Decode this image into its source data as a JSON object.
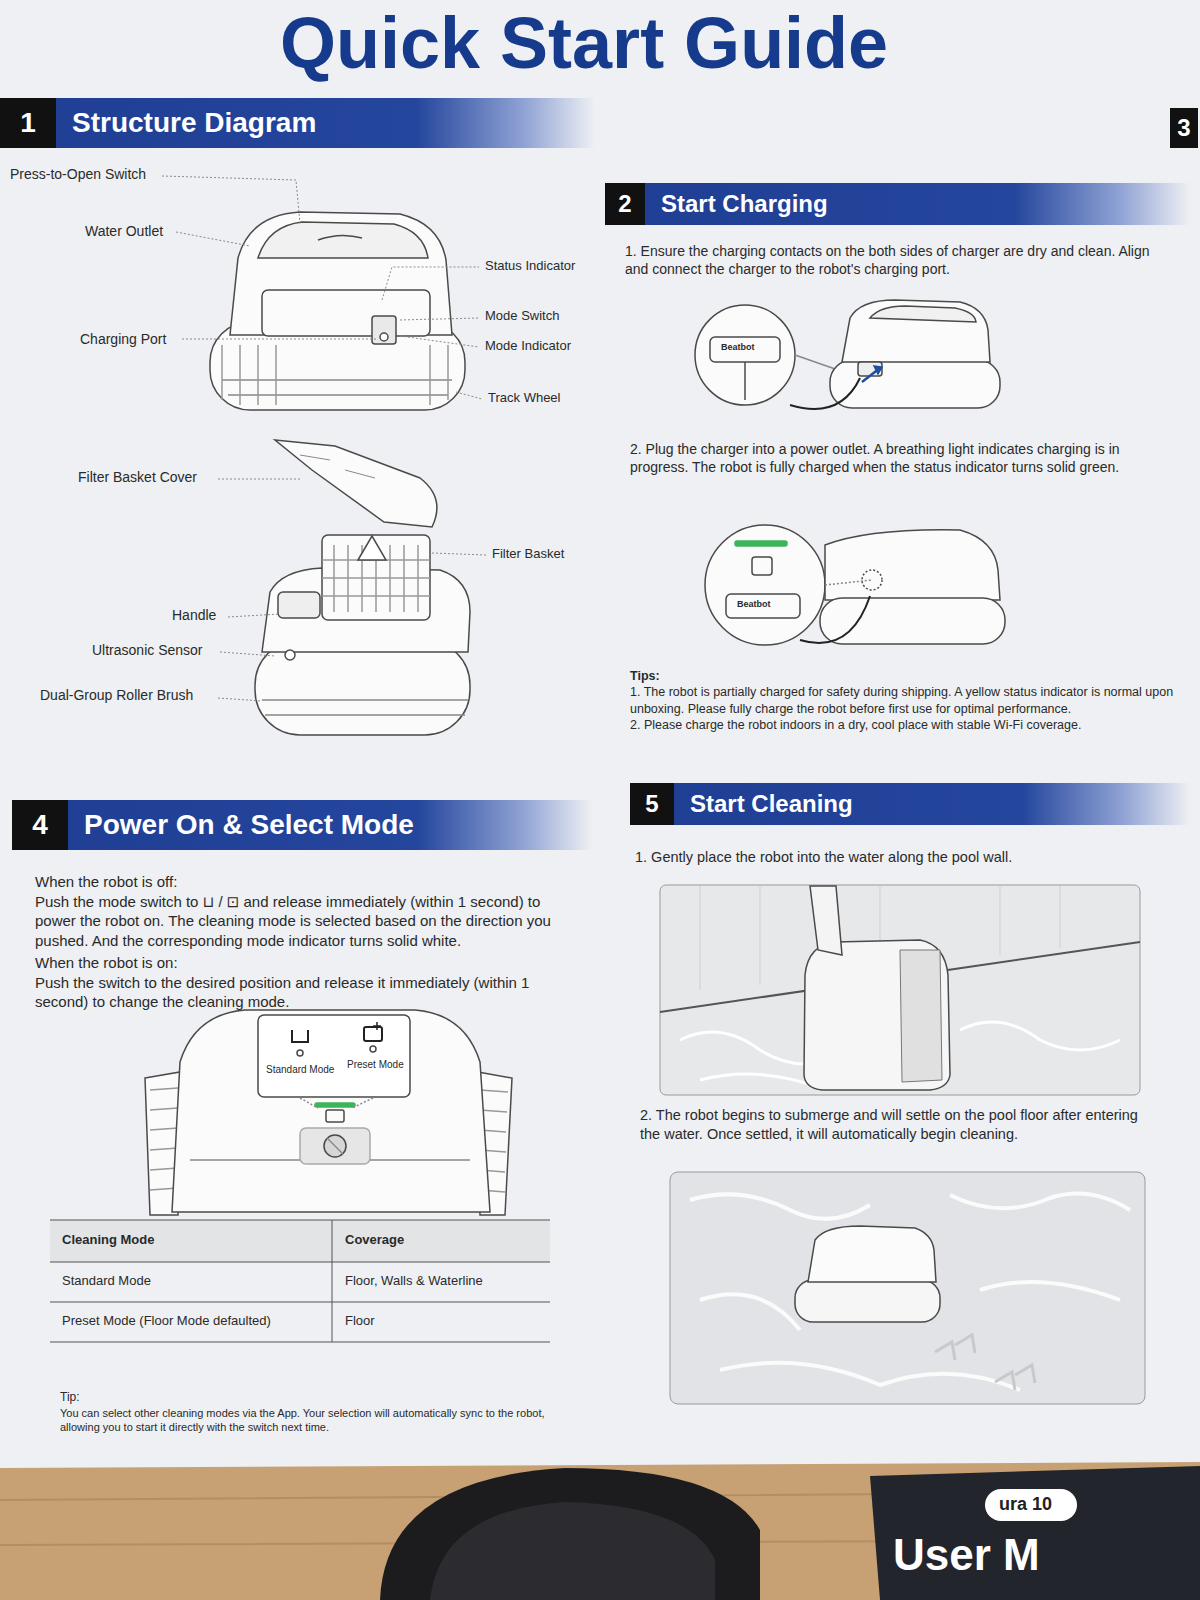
{
  "diagram": {
    "title": "Quick Start Guide",
    "nodes": [
      {
        "text": [
          "1",
          "Structure Diagram"
        ]
      },
      {
        "text": [
          "2",
          "Start Charging"
        ]
      },
      {
        "text": [
          "3"
        ]
      },
      {
        "text": [
          "4",
          "Power On & Select Mode"
        ]
      },
      {
        "text": [
          "5",
          "Start Cleaning"
        ]
      }
    ],
    "labels": [
      "Press-to-Open Switch",
      "Water Outlet",
      "Charging Port",
      "Status Indicator",
      "Mode Switch",
      "Mode Indicator",
      "Track Wheel",
      "Filter Basket Cover",
      "Filter Basket",
      "Handle",
      "Ultrasonic Sensor",
      "Dual-Group Roller Brush",
      "1. Ensure the charging contacts on the both sides of charger are dry and clean. Align and connect the charger to the robot's charging port.",
      "Beatbot",
      "2. Plug the charger into a power outlet. A breathing light indicates charging is in progress. The robot is fully charged when the status indicator turns solid green.",
      "Beatbot",
      "Tips:",
      "1. The robot is partially charged for safety during shipping. A yellow status indicator is normal upon unboxing. Please fully charge the robot before first use for optimal performance.",
      "2. Please charge the robot indoors in a dry, cool place with stable Wi-Fi coverage.",
      "When the robot is off:",
      "Push the mode switch to ⊔ / ⊡ and release immediately (within 1 second) to power the robot on. The cleaning mode is selected based on the direction you pushed. And the corresponding mode indicator turns solid white.",
      "When the robot is on:",
      "Push the switch to the desired position and release it immediately (within 1 second) to change the cleaning mode.",
      "Standard Mode",
      "Preset Mode",
      "Cleaning Mode",
      "Coverage",
      "Standard Mode",
      "Floor, Walls & Waterline",
      "Preset Mode (Floor Mode defaulted)",
      "Floor",
      "Tip:",
      "You can select other cleaning modes via the App. Your selection will automatically sync to the robot, allowing you to start it directly with the switch next time.",
      "1. Gently place the robot into the water along the pool wall.",
      "2. The robot begins to submerge and will settle on the pool floor after entering the water. Once settled, it will automatically begin cleaning.",
      "User M",
      "ura 10"
    ]
  }
}
